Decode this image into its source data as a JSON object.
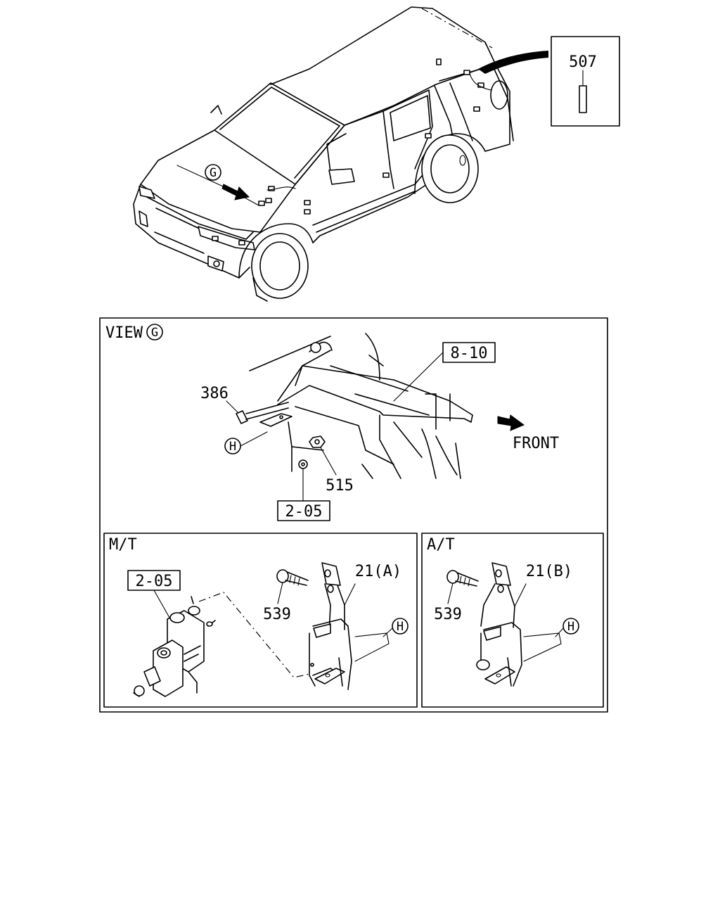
{
  "diagram": {
    "callout_507": "507",
    "view_label": "VIEW",
    "view_marker": "G",
    "car_marker": "G",
    "ref_8_10": "8-10",
    "part_386": "386",
    "marker_h_view": "H",
    "part_515": "515",
    "ref_2_05_view": "2-05",
    "front_label": "FRONT",
    "mt_label": "M/T",
    "mt_ref_2_05": "2-05",
    "mt_part_21": "21(A)",
    "mt_part_539": "539",
    "mt_marker_h": "H",
    "at_label": "A/T",
    "at_part_21": "21(B)",
    "at_part_539": "539",
    "at_marker_h": "H"
  }
}
